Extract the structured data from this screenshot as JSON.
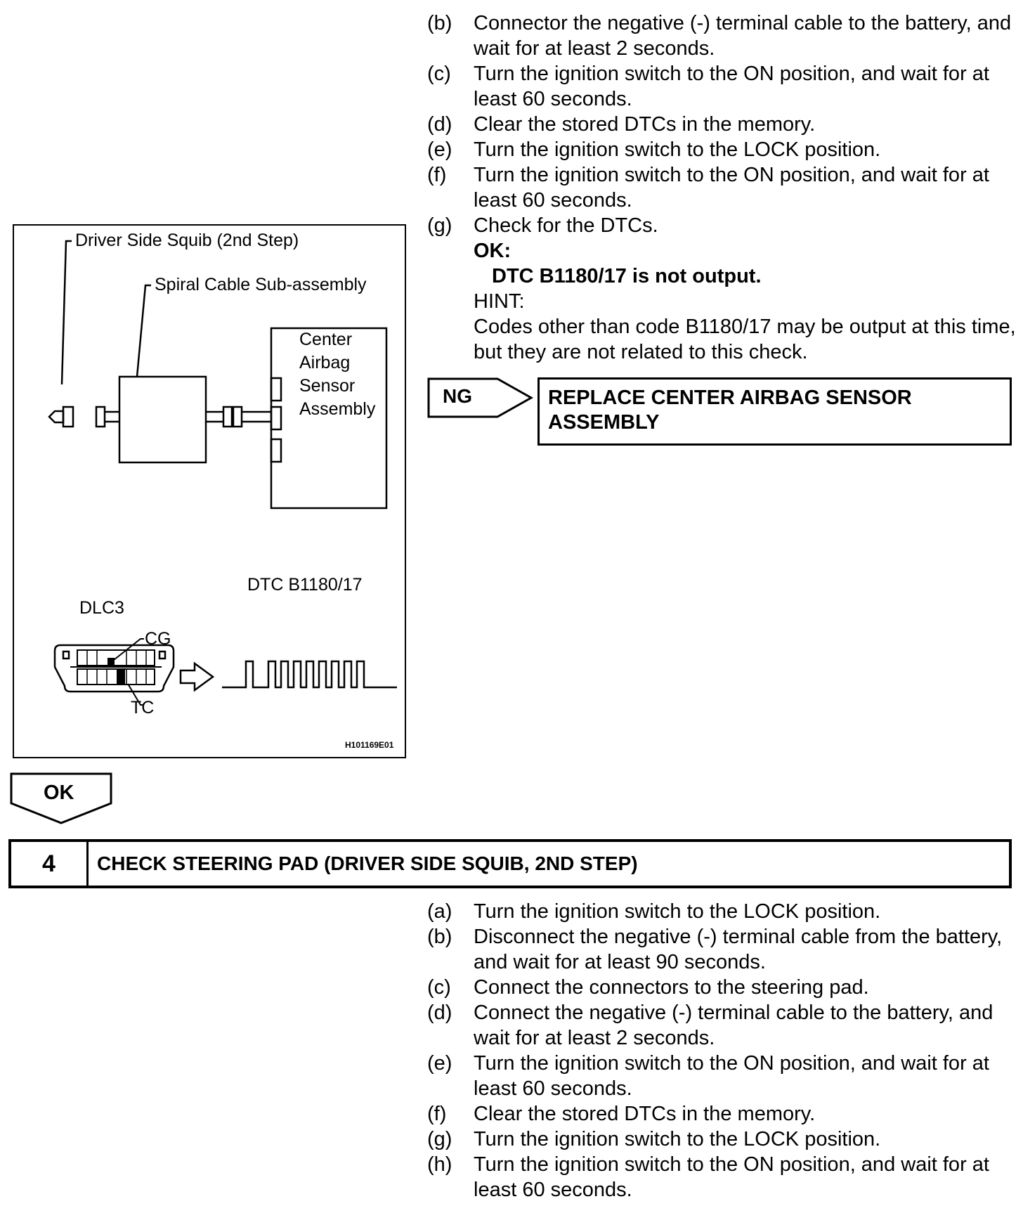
{
  "top_steps": [
    {
      "label": "(b)",
      "text": "Connector the negative (-) terminal cable to the battery, and wait for at least 2 seconds."
    },
    {
      "label": "(c)",
      "text": "Turn the ignition switch to the ON position, and wait for at least 60 seconds."
    },
    {
      "label": "(d)",
      "text": "Clear the stored DTCs in the memory."
    },
    {
      "label": "(e)",
      "text": "Turn the ignition switch to the LOCK position."
    },
    {
      "label": "(f)",
      "text": "Turn the ignition switch to the ON position, and wait for at least 60 seconds."
    },
    {
      "label": "(g)",
      "text": "Check for the DTCs."
    }
  ],
  "ok_condition": {
    "heading": "OK:",
    "text": "DTC B1180/17 is not output.",
    "hint_label": "HINT:",
    "hint_text": "Codes other than code B1180/17 may be output at this time, but they are not related to this check."
  },
  "figure": {
    "driver_squib": "Driver Side Squib (2nd Step)",
    "spiral_cable": "Spiral Cable Sub-assembly",
    "center_airbag": [
      "Center",
      "Airbag",
      "Sensor",
      "Assembly"
    ],
    "dtc": "DTC B1180/17",
    "dlc3": "DLC3",
    "cg": "CG",
    "tc": "TC",
    "code": "H101169E01"
  },
  "ng": {
    "label": "NG",
    "result_lines": [
      "REPLACE CENTER AIRBAG SENSOR",
      "ASSEMBLY"
    ]
  },
  "ok_label": "OK",
  "step4": {
    "number": "4",
    "title": "CHECK STEERING PAD (DRIVER SIDE SQUIB, 2ND STEP)"
  },
  "bottom_steps": [
    {
      "label": "(a)",
      "text": "Turn the ignition switch to the LOCK position."
    },
    {
      "label": "(b)",
      "text": "Disconnect the negative (-) terminal cable from the battery, and wait for at least 90 seconds."
    },
    {
      "label": "(c)",
      "text": "Connect the connectors to the steering pad."
    },
    {
      "label": "(d)",
      "text": "Connect the negative (-) terminal cable to the battery, and wait for at least 2 seconds."
    },
    {
      "label": "(e)",
      "text": "Turn the ignition switch to the ON position, and wait for at least 60 seconds."
    },
    {
      "label": "(f)",
      "text": "Clear the stored DTCs in the memory."
    },
    {
      "label": "(g)",
      "text": "Turn the ignition switch to the LOCK position."
    },
    {
      "label": "(h)",
      "text": "Turn the ignition switch to the ON position, and wait for at least 60 seconds."
    }
  ]
}
